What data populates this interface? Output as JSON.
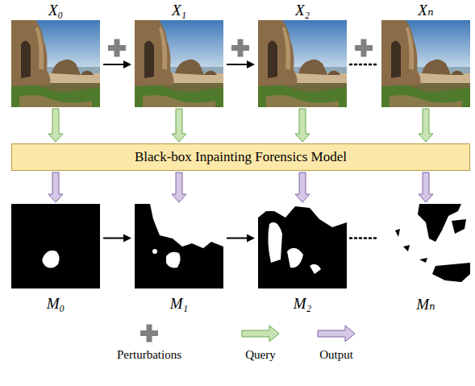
{
  "diagram": {
    "nodes": [
      {
        "text": [
          "X₀"
        ]
      },
      {
        "text": [
          "X₁"
        ]
      },
      {
        "text": [
          "X₂"
        ]
      },
      {
        "text": [
          "Xₙ"
        ]
      },
      {
        "text": [
          "Black-box Inpainting Forensics Model"
        ]
      },
      {
        "text": [
          "M₀"
        ]
      },
      {
        "text": [
          "M₁"
        ]
      },
      {
        "text": [
          "M₂"
        ]
      },
      {
        "text": [
          "Mₙ"
        ]
      }
    ],
    "edges": [
      {
        "from": 0,
        "to": 1,
        "arrow": "to"
      },
      {
        "from": 1,
        "to": 2,
        "arrow": "to"
      },
      {
        "from": 2,
        "to": 3,
        "arrow": "none"
      },
      {
        "from": 0,
        "to": 4,
        "arrow": "to"
      },
      {
        "from": 1,
        "to": 4,
        "arrow": "to"
      },
      {
        "from": 2,
        "to": 4,
        "arrow": "to"
      },
      {
        "from": 3,
        "to": 4,
        "arrow": "to"
      },
      {
        "from": 4,
        "to": 5,
        "arrow": "to"
      },
      {
        "from": 4,
        "to": 6,
        "arrow": "to"
      },
      {
        "from": 4,
        "to": 7,
        "arrow": "to"
      },
      {
        "from": 4,
        "to": 8,
        "arrow": "to"
      },
      {
        "from": 5,
        "to": 6,
        "arrow": "to"
      },
      {
        "from": 6,
        "to": 7,
        "arrow": "to"
      },
      {
        "from": 7,
        "to": 8,
        "arrow": "none"
      }
    ],
    "legend": [
      {
        "text": "Perturbations"
      },
      {
        "text": "Query"
      },
      {
        "text": "Output"
      }
    ]
  }
}
